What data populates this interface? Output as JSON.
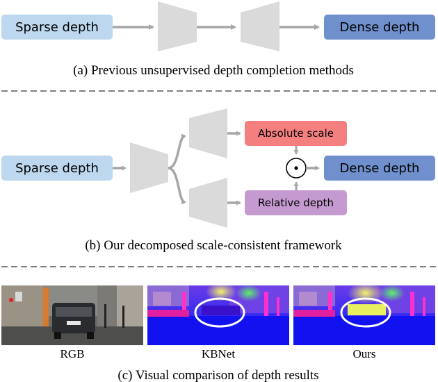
{
  "panel_a": {
    "input_label": "Sparse depth",
    "output_label": "Dense depth",
    "caption": "(a) Previous unsupervised depth completion methods"
  },
  "panel_b": {
    "input_label": "Sparse depth",
    "absolute_label": "Absolute scale",
    "relative_label": "Relative depth",
    "output_label": "Dense depth",
    "operator_symbol": "⊙",
    "caption": "(b) Our decomposed scale-consistent framework"
  },
  "panel_c": {
    "images": [
      {
        "label": "RGB"
      },
      {
        "label": "KBNet"
      },
      {
        "label": "Ours"
      }
    ],
    "caption": "(c) Visual comparison of depth results"
  },
  "colors": {
    "input_box": "#bcd7ee",
    "output_box": "#6f90cc",
    "absolute_box": "#f47f7f",
    "relative_box": "#c49ad0",
    "encoder": "#dadada",
    "arrow": "#a6a6a6"
  }
}
